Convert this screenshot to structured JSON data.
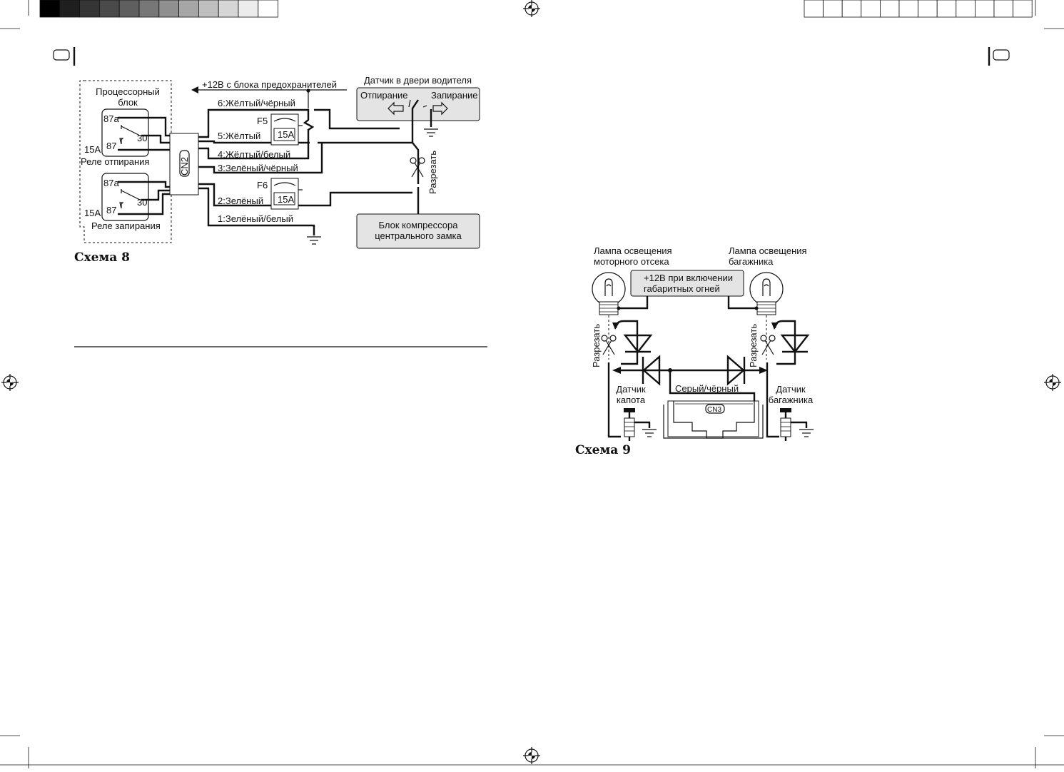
{
  "colors": {
    "ink": "#111111",
    "panel": "#e4e4e4",
    "paper": "#ffffff"
  },
  "icons": [
    "registration-mark-icon",
    "scissors-icon",
    "ground-icon",
    "diode-icon",
    "lamp-icon",
    "relay-icon",
    "fuse-icon",
    "hood-switch-icon",
    "arrow-left-icon",
    "arrow-right-icon"
  ],
  "calibration_bar": {
    "left_shades": [
      "#000000",
      "#1f1f1f",
      "#353535",
      "#4a4a4a",
      "#5f5f5f",
      "#777777",
      "#8f8f8f",
      "#a6a6a6",
      "#bfbfbf",
      "#d6d6d6",
      "#ececec",
      "#ffffff"
    ],
    "right_cells": 12
  },
  "scheme8": {
    "caption": "Схема 8",
    "processor_unit": "Процессорный\nблок",
    "plus12_fuse_box": "+12В с блока предохранителей",
    "door_sensor": {
      "title": "Датчик в двери водителя",
      "unlock": "Отпирание",
      "lock": "Запирание"
    },
    "connector": "CN2",
    "relay_unlock": {
      "label": "Реле отпирания",
      "pin_87a": "87a",
      "pin_30": "30",
      "pin_87": "87",
      "rating": "15A"
    },
    "relay_lock": {
      "label": "Реле запирания",
      "pin_87a": "87a",
      "pin_30": "30",
      "pin_87": "87",
      "rating": "15A"
    },
    "wires": [
      "6:Жёлтый/чёрный",
      "5:Жёлтый",
      "4:Жёлтый/белый",
      "3:Зелёный/чёрный",
      "2:Зелёный",
      "1:Зелёный/белый"
    ],
    "fuse_f5": {
      "name": "F5",
      "rating": "15A"
    },
    "fuse_f6": {
      "name": "F6",
      "rating": "15A"
    },
    "cut": "Разрезать",
    "compressor": "Блок компрессора\nцентрального замка"
  },
  "scheme9": {
    "caption": "Схема 9",
    "lamp_engine": "Лампа освещения\nмоторного отсека",
    "lamp_trunk": "Лампа освещения\nбагажника",
    "parking_lights": "+12В при включении\nгабаритных огней",
    "cut_left": "Разрезать",
    "cut_right": "Разрезать",
    "hood_sensor": "Датчик\nкапота",
    "trunk_sensor": "Датчик\nбагажника",
    "wire": "Серый/чёрный",
    "connector": "CN3"
  }
}
